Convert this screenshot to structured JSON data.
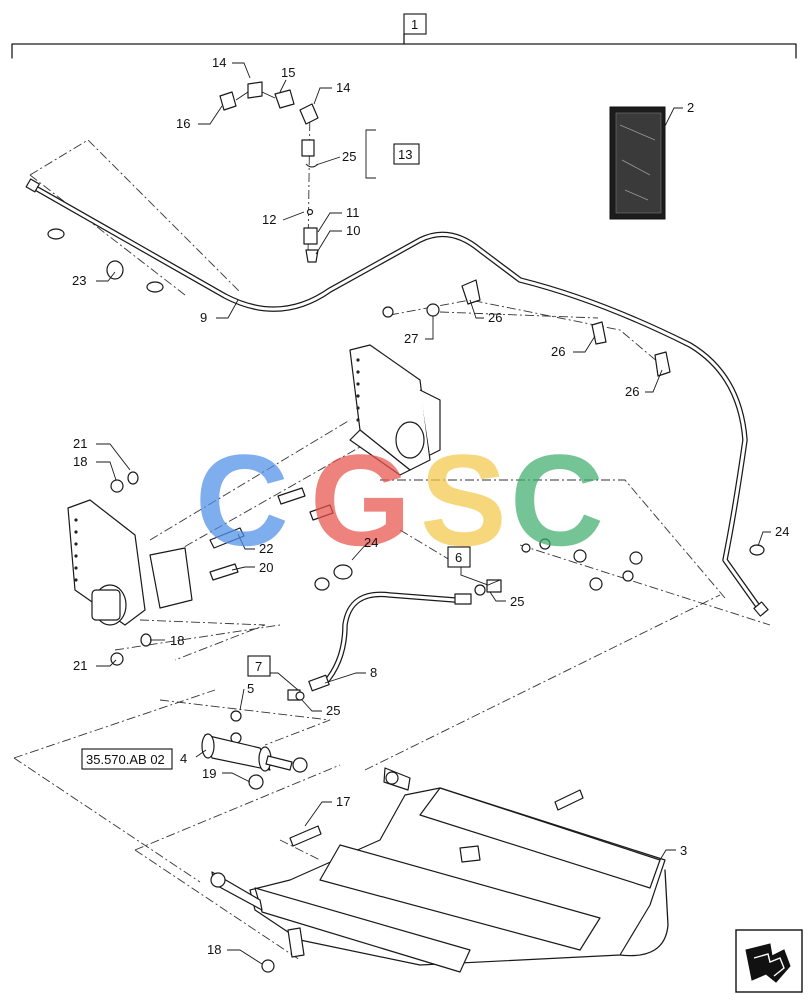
{
  "callouts": {
    "c1": "1",
    "c2": "2",
    "c3": "3",
    "c4": "4",
    "c5": "5",
    "c6": "6",
    "c7": "7",
    "c8": "8",
    "c9": "9",
    "c10": "10",
    "c11": "11",
    "c12": "12",
    "c13": "13",
    "c14a": "14",
    "c14b": "14",
    "c15": "15",
    "c16": "16",
    "c17": "17",
    "c18a": "18",
    "c18b": "18",
    "c18c": "18",
    "c19": "19",
    "c20": "20",
    "c21a": "21",
    "c21b": "21",
    "c22": "22",
    "c23": "23",
    "c24a": "24",
    "c24b": "24",
    "c25a": "25",
    "c25b": "25",
    "c25c": "25",
    "c26a": "26",
    "c26b": "26",
    "c26c": "26",
    "c27": "27"
  },
  "reference": "35.570.AB 02",
  "watermark": {
    "letters": [
      "C",
      "G",
      "S",
      "C"
    ],
    "colors": [
      "#4f8fe8",
      "#e8534c",
      "#f5c84a",
      "#3fae6f"
    ]
  }
}
